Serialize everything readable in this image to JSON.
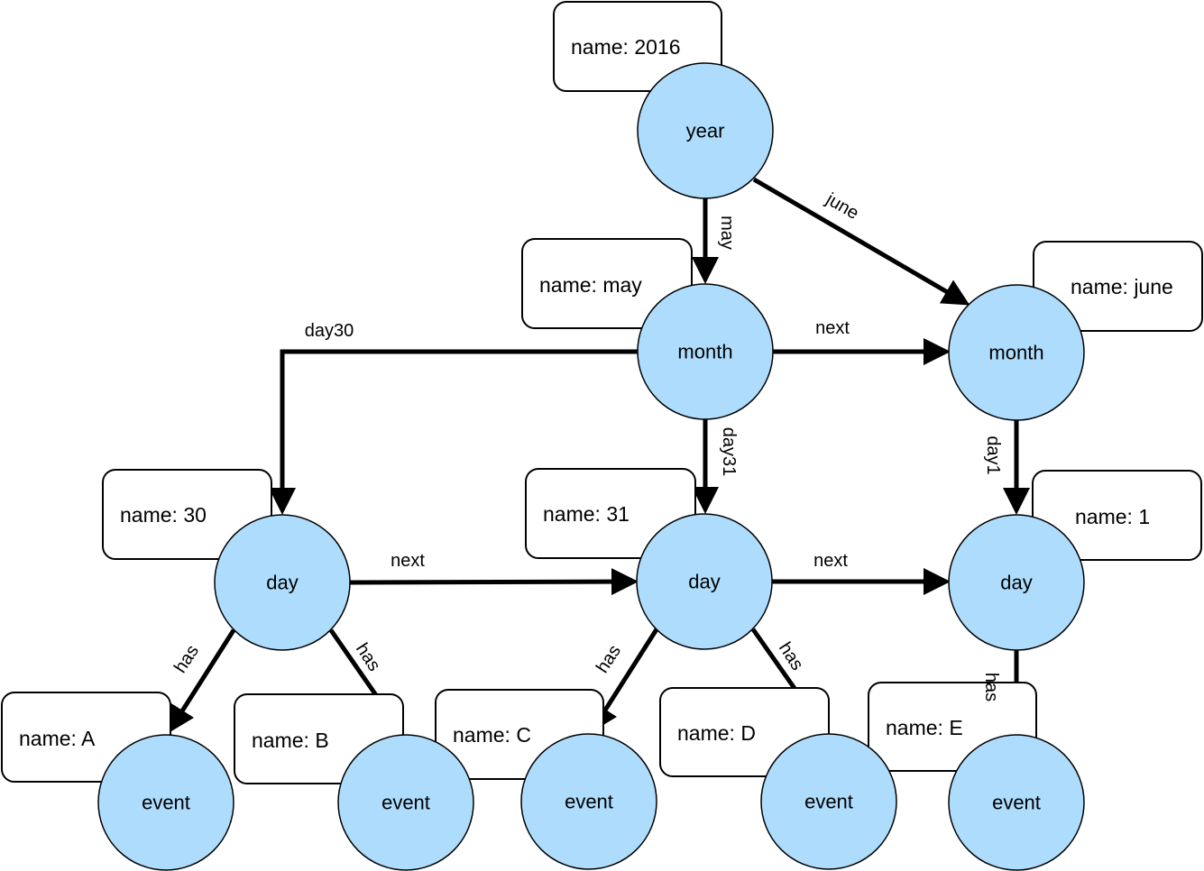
{
  "colors": {
    "node_fill": "#aedcfc",
    "stroke": "#000000",
    "background": "#ffffff"
  },
  "nodes": [
    {
      "id": "year",
      "label": "year",
      "prop": "name: 2016"
    },
    {
      "id": "month_may",
      "label": "month",
      "prop": "name: may"
    },
    {
      "id": "month_june",
      "label": "month",
      "prop": "name: june"
    },
    {
      "id": "day_30",
      "label": "day",
      "prop": "name: 30"
    },
    {
      "id": "day_31",
      "label": "day",
      "prop": "name: 31"
    },
    {
      "id": "day_1",
      "label": "day",
      "prop": "name: 1"
    },
    {
      "id": "event_a",
      "label": "event",
      "prop": "name: A"
    },
    {
      "id": "event_b",
      "label": "event",
      "prop": "name: B"
    },
    {
      "id": "event_c",
      "label": "event",
      "prop": "name: C"
    },
    {
      "id": "event_d",
      "label": "event",
      "prop": "name: D"
    },
    {
      "id": "event_e",
      "label": "event",
      "prop": "name: E"
    }
  ],
  "edges": [
    {
      "id": "year-may",
      "from": "year",
      "to": "month_may",
      "label": "may"
    },
    {
      "id": "year-june",
      "from": "year",
      "to": "month_june",
      "label": "june"
    },
    {
      "id": "may-june",
      "from": "month_may",
      "to": "month_june",
      "label": "next"
    },
    {
      "id": "may-day30",
      "from": "month_may",
      "to": "day_30",
      "label": "day30"
    },
    {
      "id": "may-day31",
      "from": "month_may",
      "to": "day_31",
      "label": "day31"
    },
    {
      "id": "june-day1",
      "from": "month_june",
      "to": "day_1",
      "label": "day1"
    },
    {
      "id": "d30-d31",
      "from": "day_30",
      "to": "day_31",
      "label": "next"
    },
    {
      "id": "d31-d1",
      "from": "day_31",
      "to": "day_1",
      "label": "next"
    },
    {
      "id": "d30-a",
      "from": "day_30",
      "to": "event_a",
      "label": "has"
    },
    {
      "id": "d30-b",
      "from": "day_30",
      "to": "event_b",
      "label": "has"
    },
    {
      "id": "d31-c",
      "from": "day_31",
      "to": "event_c",
      "label": "has"
    },
    {
      "id": "d31-d",
      "from": "day_31",
      "to": "event_d",
      "label": "has"
    },
    {
      "id": "d1-e",
      "from": "day_1",
      "to": "event_e",
      "label": "has"
    }
  ]
}
